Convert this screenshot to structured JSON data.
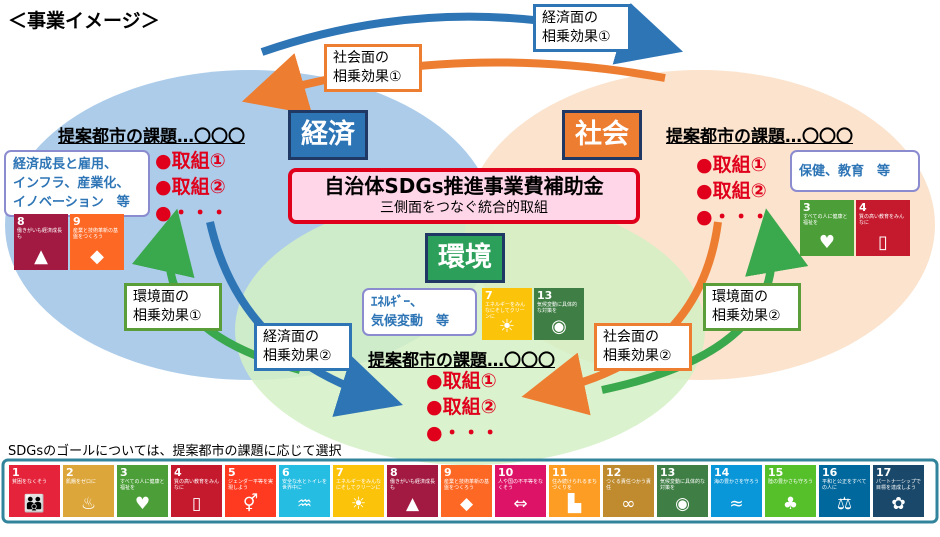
{
  "header": {
    "title": "＜事業イメージ＞"
  },
  "center": {
    "title": "自治体SDGs推進事業費補助金",
    "subtitle": "三側面をつなぐ統合的取組"
  },
  "pillars": {
    "economy": "経済",
    "society": "社会",
    "environment": "環境"
  },
  "issue_label": "提案都市の課題…〇〇〇",
  "actions": [
    "●取組①",
    "●取組②",
    "●・・・"
  ],
  "synergy": {
    "econ_top": [
      "経済面の",
      "相乗効果①"
    ],
    "social_top": [
      "社会面の",
      "相乗効果①"
    ],
    "env_left": [
      "環境面の",
      "相乗効果①"
    ],
    "econ_bottom": [
      "経済面の",
      "相乗効果②"
    ],
    "env_right": [
      "環境面の",
      "相乗効果②"
    ],
    "social_bottom": [
      "社会面の",
      "相乗効果②"
    ]
  },
  "focus_areas": {
    "economy": [
      "経済成長と雇用、",
      "インフラ、産業化、",
      "イノベーション　等"
    ],
    "society": [
      "保健、教育　等"
    ],
    "environment": [
      "ｴﾈﾙｷﾞｰ、",
      "気候変動　等"
    ]
  },
  "footer_note": "SDGsのゴールについては、提案都市の課題に応じて選択",
  "sdg_goals": [
    {
      "num": "1",
      "label": "貧困をなくそう",
      "color": "#e5243b",
      "glyph": "👪"
    },
    {
      "num": "2",
      "label": "飢餓をゼロに",
      "color": "#dda63a",
      "glyph": "♨"
    },
    {
      "num": "3",
      "label": "すべての人に健康と福祉を",
      "color": "#4c9f38",
      "glyph": "♥"
    },
    {
      "num": "4",
      "label": "質の高い教育をみんなに",
      "color": "#c5192d",
      "glyph": "▯"
    },
    {
      "num": "5",
      "label": "ジェンダー平等を実現しよう",
      "color": "#ff3a21",
      "glyph": "⚥"
    },
    {
      "num": "6",
      "label": "安全な水とトイレを世界中に",
      "color": "#26bde2",
      "glyph": "♒"
    },
    {
      "num": "7",
      "label": "エネルギーをみんなにそしてクリーンに",
      "color": "#fcc30b",
      "glyph": "☀"
    },
    {
      "num": "8",
      "label": "働きがいも経済成長も",
      "color": "#a21942",
      "glyph": "▲"
    },
    {
      "num": "9",
      "label": "産業と技術革新の基盤をつくろう",
      "color": "#fd6925",
      "glyph": "◆"
    },
    {
      "num": "10",
      "label": "人や国の不平等をなくそう",
      "color": "#dd1367",
      "glyph": "⇔"
    },
    {
      "num": "11",
      "label": "住み続けられるまちづくりを",
      "color": "#fd9d24",
      "glyph": "▙"
    },
    {
      "num": "12",
      "label": "つくる責任つかう責任",
      "color": "#bf8b2e",
      "glyph": "∞"
    },
    {
      "num": "13",
      "label": "気候変動に具体的な対策を",
      "color": "#3f7e44",
      "glyph": "◉"
    },
    {
      "num": "14",
      "label": "海の豊かさを守ろう",
      "color": "#0a97d9",
      "glyph": "≈"
    },
    {
      "num": "15",
      "label": "陸の豊かさも守ろう",
      "color": "#56c02b",
      "glyph": "♣"
    },
    {
      "num": "16",
      "label": "平和と公正をすべての人に",
      "color": "#00689d",
      "glyph": "⚖"
    },
    {
      "num": "17",
      "label": "パートナーシップで目標を達成しよう",
      "color": "#19486a",
      "glyph": "✿"
    }
  ],
  "colors": {
    "economy_ellipse": "#9dc3e6",
    "society_ellipse": "#fbe0c8",
    "environment_ellipse": "#d4f0c4",
    "economy_pillar": "#2e75b6",
    "society_pillar": "#ed7d31",
    "environment_pillar": "#2ca05a",
    "arrow_blue": "#2e75b6",
    "arrow_orange": "#ed7d31",
    "arrow_green": "#3aa84c",
    "action_red": "#e0001b"
  }
}
